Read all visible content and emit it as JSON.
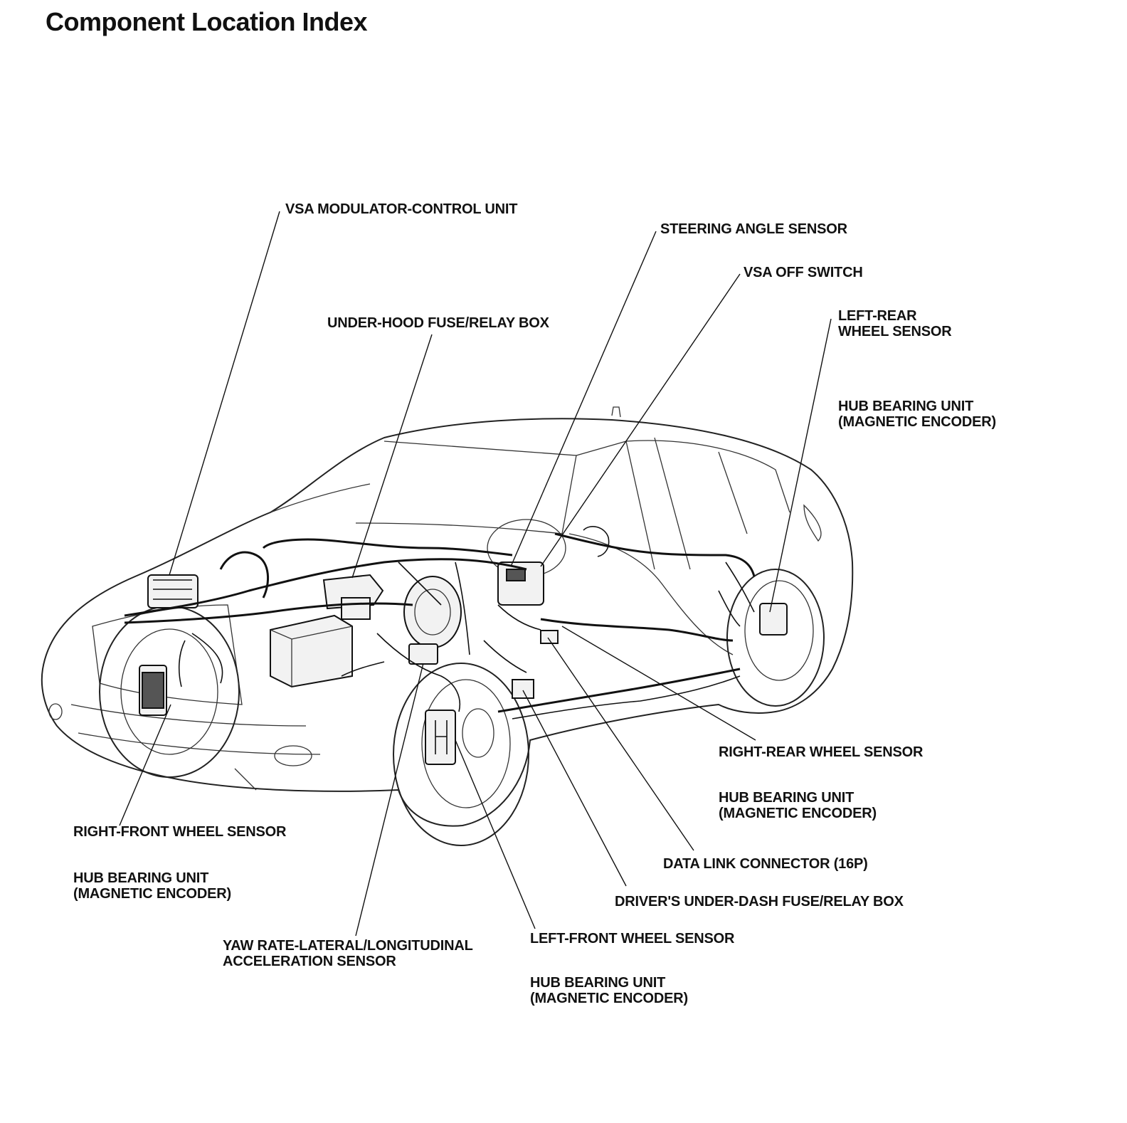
{
  "title": "Component Location Index",
  "callouts": {
    "vsa_modulator": "VSA MODULATOR-CONTROL UNIT",
    "steering_angle": "STEERING ANGLE SENSOR",
    "vsa_off": "VSA OFF SWITCH",
    "left_rear_line1": "LEFT-REAR",
    "left_rear_line2": "WHEEL SENSOR",
    "underhood_box": "UNDER-HOOD FUSE/RELAY BOX",
    "hub_lr_line1": "HUB BEARING UNIT",
    "hub_lr_line2": "(MAGNETIC ENCODER)",
    "right_rear": "RIGHT-REAR WHEEL SENSOR",
    "hub_rr_line1": "HUB BEARING UNIT",
    "hub_rr_line2": "(MAGNETIC ENCODER)",
    "right_front": "RIGHT-FRONT WHEEL SENSOR",
    "hub_rf_line1": "HUB BEARING UNIT",
    "hub_rf_line2": "(MAGNETIC ENCODER)",
    "data_link": "DATA LINK CONNECTOR (16P)",
    "driver_box": "DRIVER'S UNDER-DASH FUSE/RELAY BOX",
    "yaw_line1": "YAW RATE-LATERAL/LONGITUDINAL",
    "yaw_line2": "ACCELERATION SENSOR",
    "left_front": "LEFT-FRONT WHEEL SENSOR",
    "hub_lf_line1": "HUB BEARING UNIT",
    "hub_lf_line2": "(MAGNETIC ENCODER)"
  }
}
